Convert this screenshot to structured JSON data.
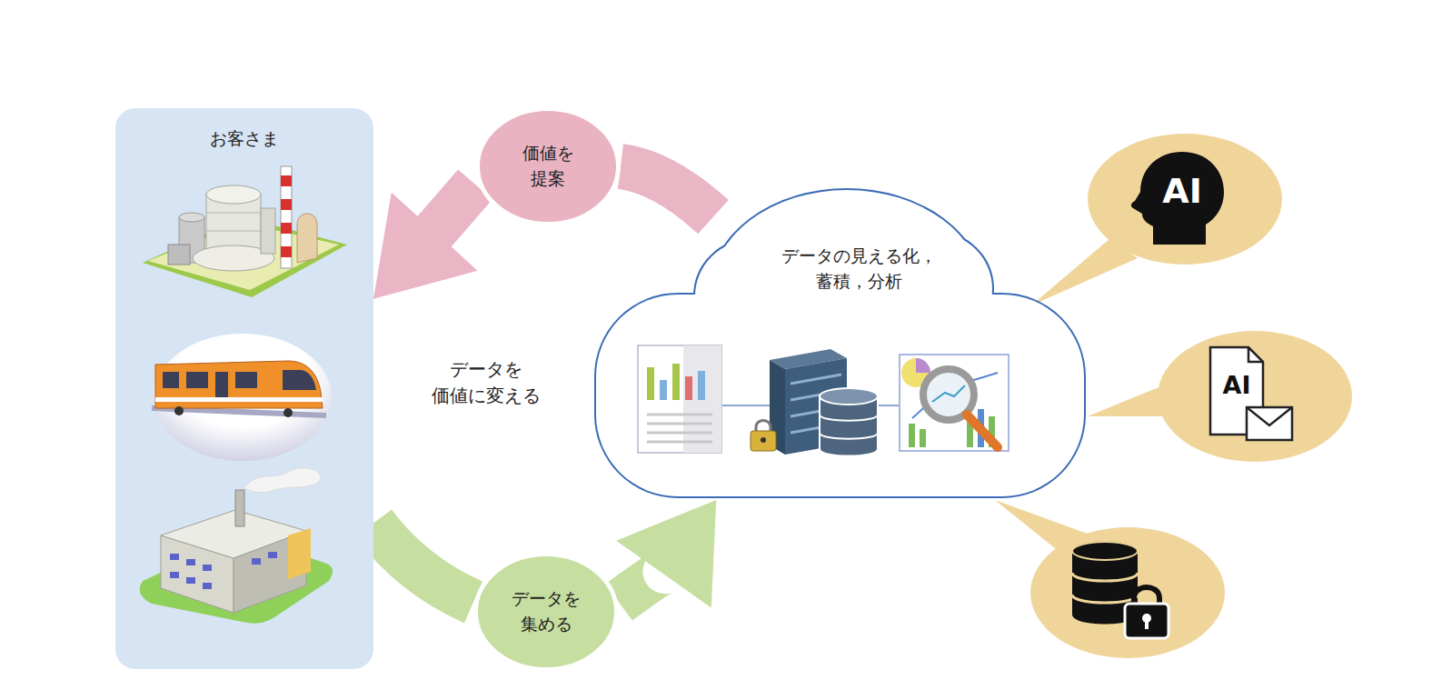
{
  "diagram": {
    "nodes": [
      {
        "text": [
          "お客さま"
        ]
      },
      {
        "text": [
          "価値を 提案"
        ]
      },
      {
        "text": [
          "データを 集める"
        ]
      },
      {
        "text": [
          "データの見える化， 蓄積，分析"
        ]
      },
      {
        "text": [
          "AI"
        ]
      },
      {
        "text": [
          "AI"
        ]
      }
    ],
    "edges": [
      {
        "from": 3,
        "to": 1,
        "arrow": "none"
      },
      {
        "from": 1,
        "to": 0,
        "arrow": "to"
      },
      {
        "from": 0,
        "to": 2,
        "arrow": "none"
      },
      {
        "from": 2,
        "to": 3,
        "arrow": "to"
      }
    ],
    "labels": [
      "データを 価値に変える"
    ]
  }
}
